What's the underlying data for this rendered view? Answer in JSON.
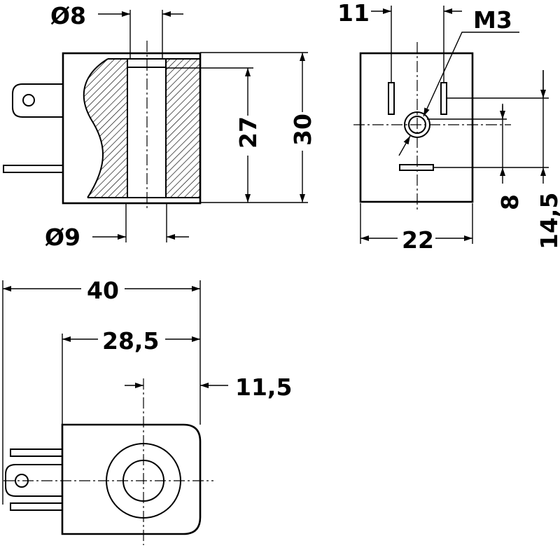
{
  "top_left_view": {
    "dim_bore_top": "Ø8",
    "dim_height_inner": "27",
    "dim_height_outer": "30",
    "dim_bore_bottom": "Ø9"
  },
  "top_right_view": {
    "dim_pin_spacing": "11",
    "dim_thread": "M3",
    "dim_width": "22",
    "dim_vertical_small": "8",
    "dim_vertical_large": "14,5"
  },
  "bottom_view": {
    "dim_total_length": "40",
    "dim_body_length": "28,5",
    "dim_center_offset": "11,5"
  }
}
